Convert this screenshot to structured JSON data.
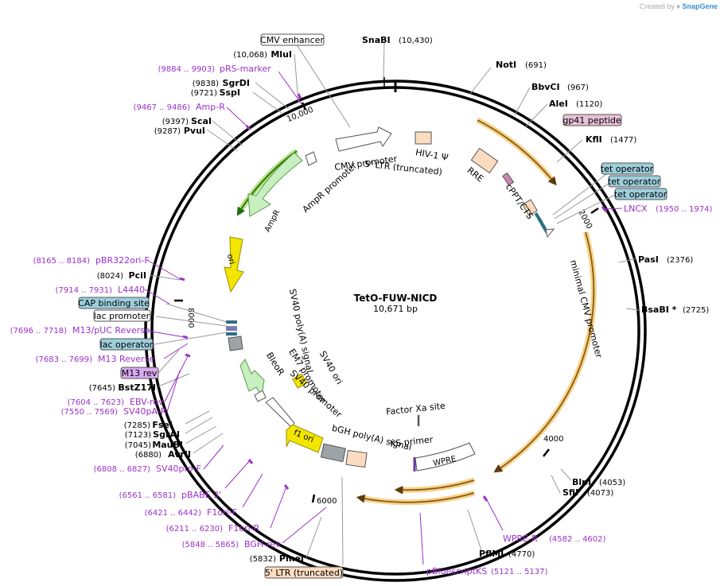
{
  "app": {
    "credit_prefix": "Created by",
    "credit_brand": "SnapGene"
  },
  "plasmid": {
    "name": "TetO-FUW-NICD",
    "length_label": "10,671 bp",
    "length": 10671
  },
  "colors": {
    "enzyme": "#000000",
    "primer": "#9b30c8",
    "orange_feature": "#e5a33b",
    "green_feature": "#2e9e1f",
    "yellow_feature": "#f2e500",
    "teal_box": "#9dcfdc",
    "pink_box": "#e8c0d8",
    "violet_box": "#d9a9f0",
    "peach_box": "#fbdcc0"
  },
  "ring_ticks": [
    {
      "pos": 2000,
      "label": "2000"
    },
    {
      "pos": 4000,
      "label": "4000"
    },
    {
      "pos": 6000,
      "label": "6000"
    },
    {
      "pos": 8000,
      "label": "8000"
    },
    {
      "pos": 10000,
      "label": "10,000"
    }
  ],
  "enzymes": [
    {
      "name": "SnaBI",
      "pos_label": "(10,430)",
      "pos": 10430
    },
    {
      "name": "NotI",
      "pos_label": "(691)",
      "pos": 691
    },
    {
      "name": "BbvCI",
      "pos_label": "(967)",
      "pos": 967
    },
    {
      "name": "AleI",
      "pos_label": "(1120)",
      "pos": 1120
    },
    {
      "name": "KflI",
      "pos_label": "(1477)",
      "pos": 1477
    },
    {
      "name": "PasI",
      "pos_label": "(2376)",
      "pos": 2376
    },
    {
      "name": "BsaBI *",
      "pos_label": "(2725)",
      "pos": 2725
    },
    {
      "name": "BlpI",
      "pos_label": "(4053)",
      "pos": 4053
    },
    {
      "name": "SfiI",
      "pos_label": "(4073)",
      "pos": 4073
    },
    {
      "name": "PflMI",
      "pos_label": "(4770)",
      "pos": 4770
    },
    {
      "name": "PmeI",
      "pos_label": "(5832)",
      "pos": 5832
    },
    {
      "name": "AvrII",
      "pos_label": "(6880)",
      "pos": 6880
    },
    {
      "name": "MauBI",
      "pos_label": "(7045)",
      "pos": 7045
    },
    {
      "name": "SgrAI",
      "pos_label": "(7123)",
      "pos": 7123
    },
    {
      "name": "FseI",
      "pos_label": "(7285)",
      "pos": 7285
    },
    {
      "name": "BstZ17I",
      "pos_label": "(7645)",
      "pos": 7645
    },
    {
      "name": "PciI",
      "pos_label": "(8024)",
      "pos": 8024
    },
    {
      "name": "PvuI",
      "pos_label": "(9287)",
      "pos": 9287
    },
    {
      "name": "ScaI",
      "pos_label": "(9397)",
      "pos": 9397
    },
    {
      "name": "SspI",
      "pos_label": "(9721)",
      "pos": 9721
    },
    {
      "name": "SgrDI",
      "pos_label": "(9838)",
      "pos": 9838
    },
    {
      "name": "MluI",
      "pos_label": "(10,068)",
      "pos": 10068
    }
  ],
  "primers": [
    {
      "name": "pRS-marker",
      "range": "(9884 .. 9903)"
    },
    {
      "name": "Amp-R",
      "range": "(9467 .. 9486)"
    },
    {
      "name": "pBR322ori-F",
      "range": "(8165 .. 8184)"
    },
    {
      "name": "L4440",
      "range": "(7914 .. 7931)"
    },
    {
      "name": "M13/pUC Reverse",
      "range": "(7696 .. 7718)"
    },
    {
      "name": "M13 Reverse",
      "range": "(7683 .. 7699)"
    },
    {
      "name": "EBV-rev",
      "range": "(7604 .. 7623)"
    },
    {
      "name": "SV40pA-R",
      "range": "(7550 .. 7569)"
    },
    {
      "name": "SV40pro-F",
      "range": "(6808 .. 6827)"
    },
    {
      "name": "pBABE 3'",
      "range": "(6561 .. 6581)"
    },
    {
      "name": "F1ori-F",
      "range": "(6421 .. 6442)"
    },
    {
      "name": "F1ori-R",
      "range": "(6211 .. 6230)"
    },
    {
      "name": "BGH-rev",
      "range": "(5848 .. 5865)"
    },
    {
      "name": "pBluescriptKS",
      "range": "(5121 .. 5137)"
    },
    {
      "name": "WPRE-R",
      "range": "(4582 .. 4602)"
    },
    {
      "name": "LNCX",
      "range": "(1950 .. 1974)"
    }
  ],
  "boxed_labels": [
    {
      "name": "CMV enhancer",
      "style": "white"
    },
    {
      "name": "gp41 peptide",
      "style": "pink"
    },
    {
      "name": "tet operator",
      "style": "teal"
    },
    {
      "name": "tet operator",
      "style": "teal"
    },
    {
      "name": "tet operator",
      "style": "teal"
    },
    {
      "name": "CAP binding site",
      "style": "teal"
    },
    {
      "name": "lac promoter",
      "style": "white"
    },
    {
      "name": "lac operator",
      "style": "teal"
    },
    {
      "name": "M13 rev",
      "style": "violet"
    },
    {
      "name": "5' LTR (truncated)",
      "style": "peach"
    }
  ],
  "inner_features": [
    {
      "name": "CMV promoter"
    },
    {
      "name": "5' LTR (truncated)"
    },
    {
      "name": "HIV-1 Ψ"
    },
    {
      "name": "RRE"
    },
    {
      "name": "cPPT/CTS"
    },
    {
      "name": "minimal CMV promoter"
    },
    {
      "name": "AmpR promoter"
    },
    {
      "name": "AmpR"
    },
    {
      "name": "ori"
    },
    {
      "name": "SV40 poly(A) signal"
    },
    {
      "name": "EM7 promoter"
    },
    {
      "name": "BleoR"
    },
    {
      "name": "SV40 ori"
    },
    {
      "name": "SV40 promoter"
    },
    {
      "name": "f1 ori"
    },
    {
      "name": "bGH poly(A) signal"
    },
    {
      "name": "Factor Xa site"
    },
    {
      "name": "KS primer"
    },
    {
      "name": "WPRE"
    }
  ]
}
